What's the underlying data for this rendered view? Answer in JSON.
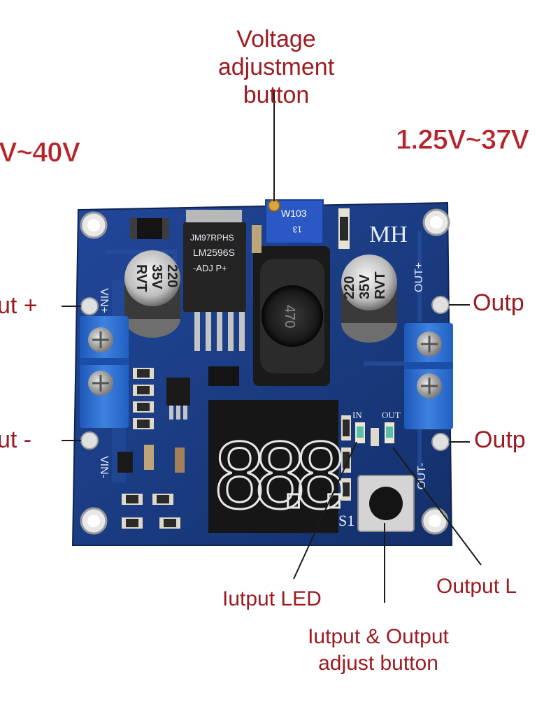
{
  "labels": {
    "voltage_adjust": "Voltage\nadjustment button",
    "input_range": "V~40V",
    "output_range": "1.25V~37V",
    "input_plus": "ut +",
    "input_minus": "ut -",
    "output_plus": "Outp",
    "output_minus": "Outp",
    "input_led": "Iutput LED",
    "output_led": "Output L",
    "adjust_button": "Iutput & Output\nadjust button"
  },
  "board": {
    "brand": "MH",
    "chip_lines": [
      "JM97RPHS",
      "LM2596S",
      "-ADJ P+"
    ],
    "cap_left": [
      "220",
      "35V",
      "RVT"
    ],
    "cap_right": [
      "220",
      "35V",
      "RVT"
    ],
    "pot_label": "W103",
    "pot_sub": "13",
    "inductor_label": "470",
    "vin_plus": "VIN+",
    "vin_minus": "VIN-",
    "out_plus": "OUT+",
    "out_minus": "OUT-",
    "led_in": "IN",
    "led_out": "OUT",
    "switch_label": "S1",
    "display_digits": [
      "8.",
      "8.",
      "8."
    ]
  },
  "colors": {
    "label_red": "#9c1c22",
    "pcb_blue": "#1c3f86",
    "terminal_blue": "#2f6fd0",
    "display_red": "#c8222a"
  }
}
